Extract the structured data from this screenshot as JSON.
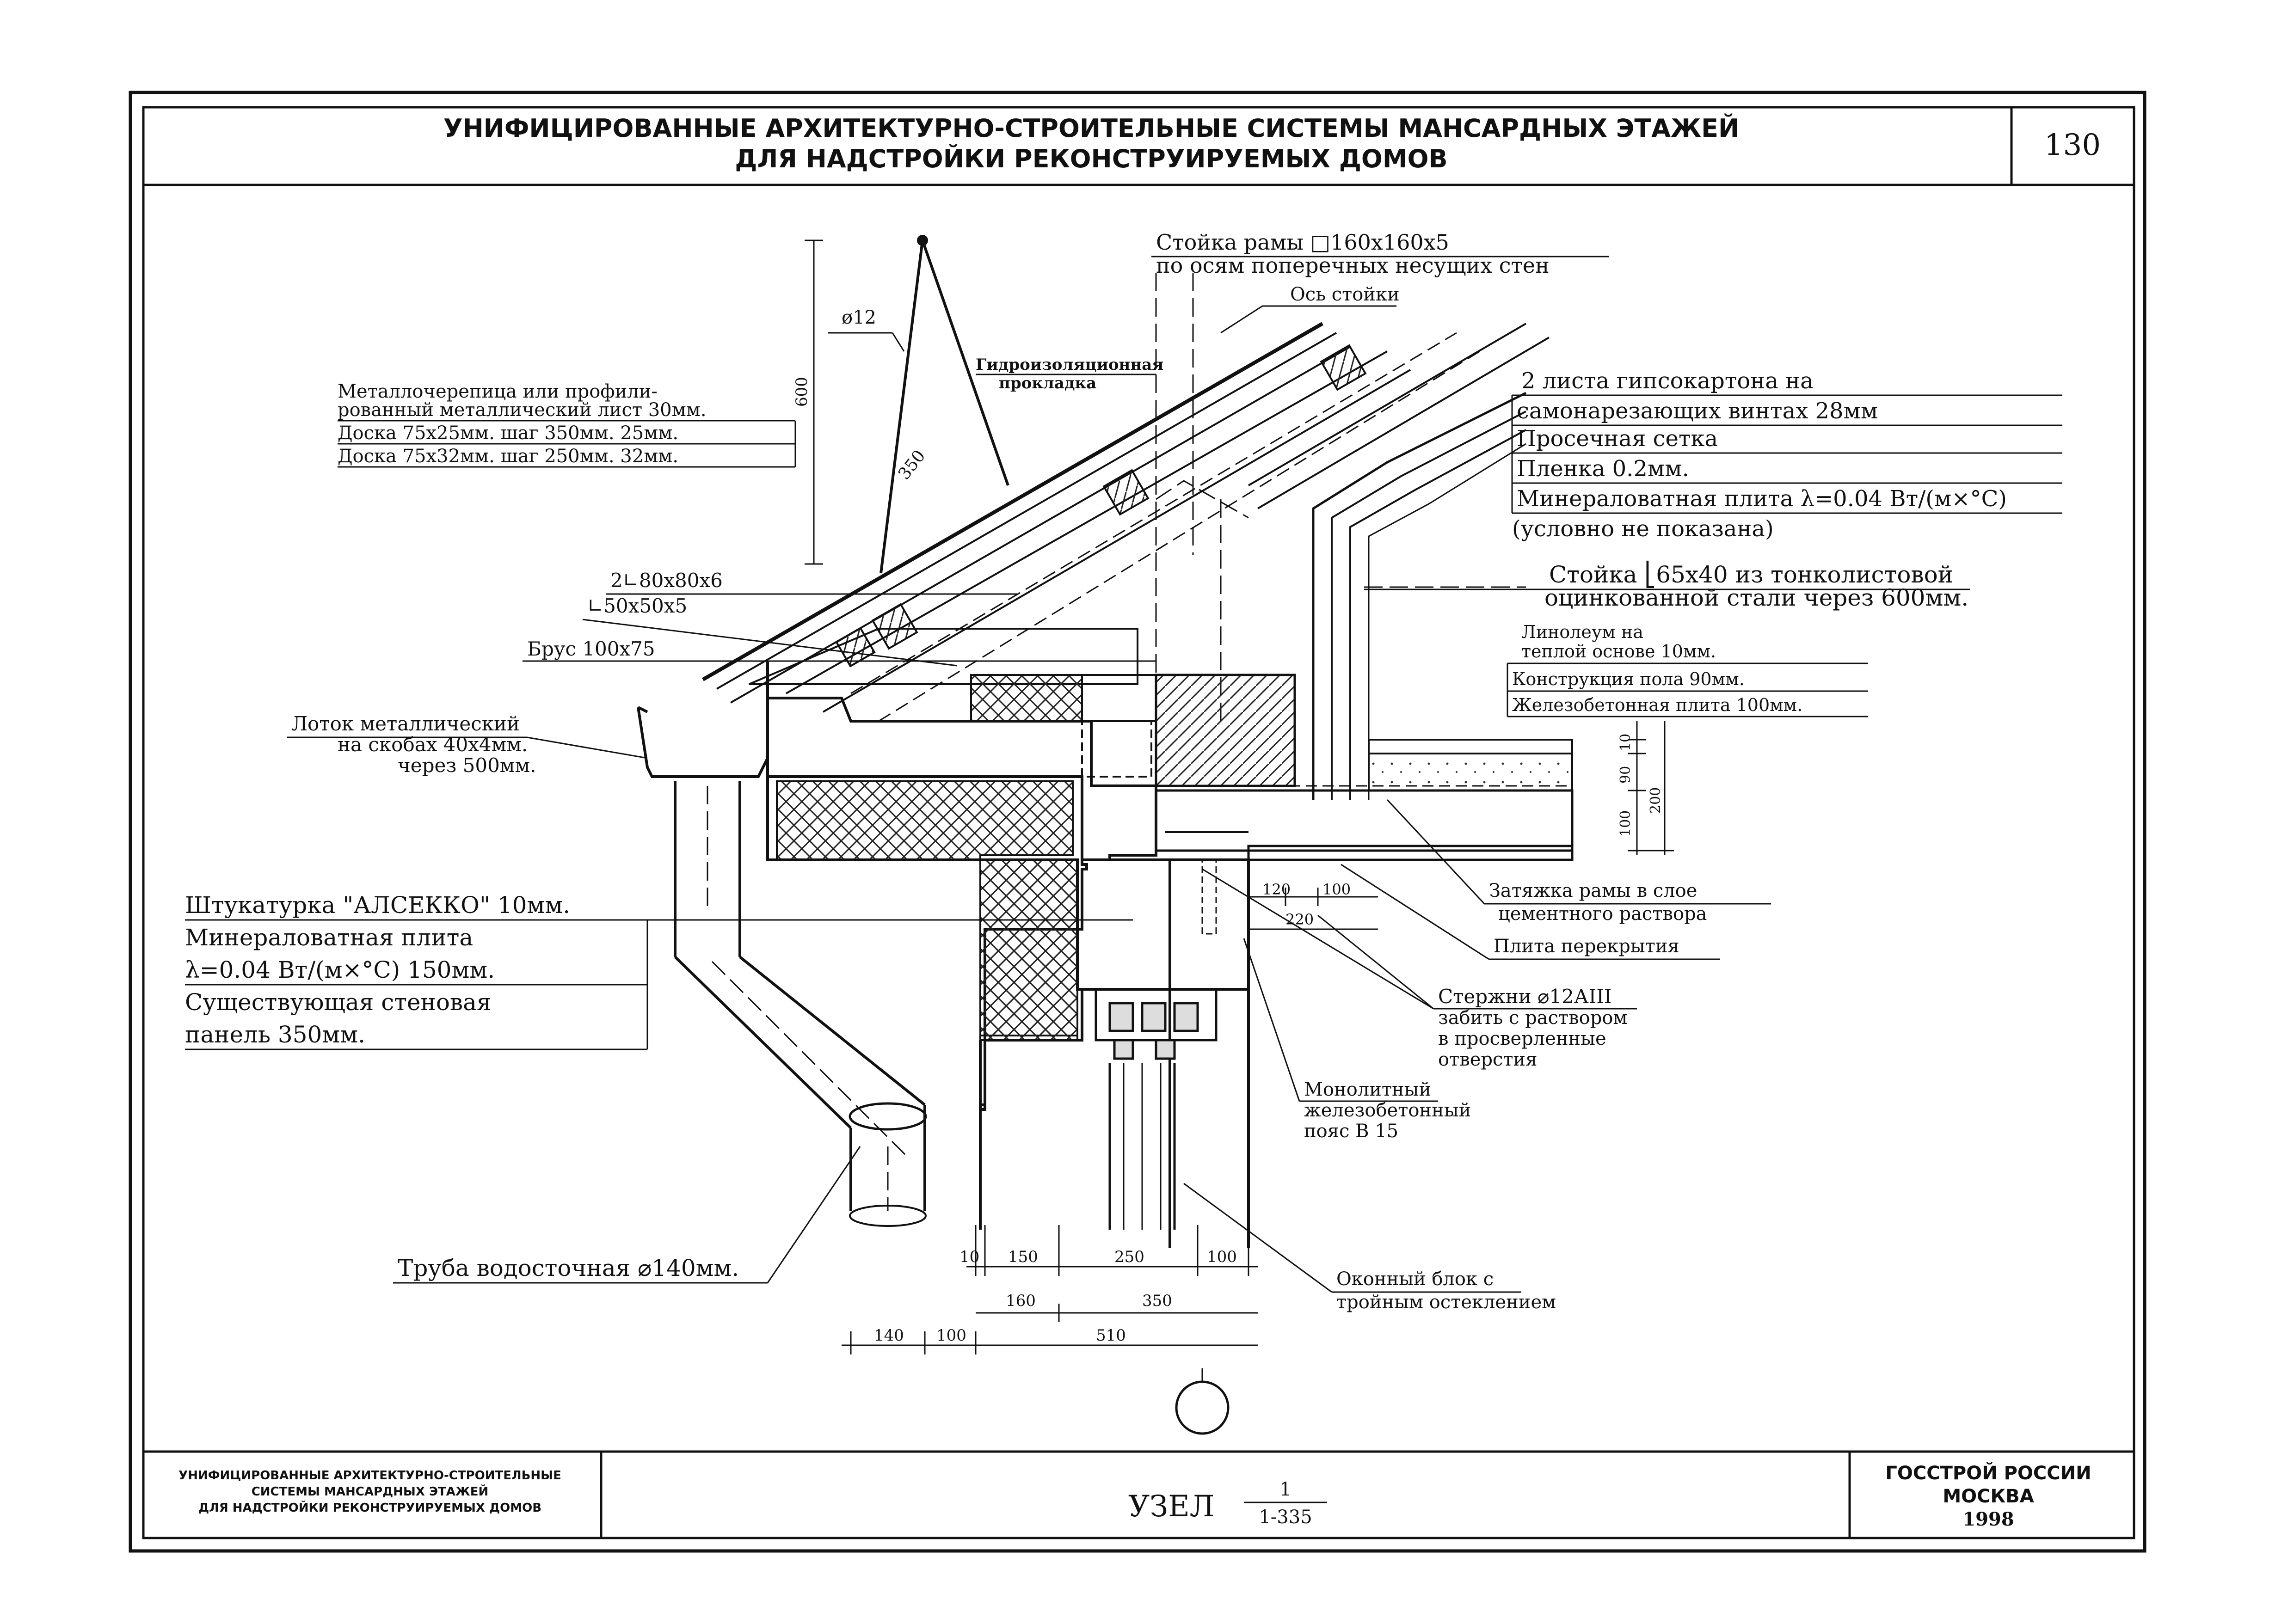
{
  "header": {
    "title_line1": "УНИФИЦИРОВАННЫЕ АРХИТЕКТУРНО-СТРОИТЕЛЬНЫЕ СИСТЕМЫ МАНСАРДНЫХ ЭТАЖЕЙ",
    "title_line2": "ДЛЯ НАДСТРОЙКИ РЕКОНСТРУИРУЕМЫХ ДОМОВ",
    "sheet_number": "130"
  },
  "labels": {
    "frame_post_1": "Стойка рамы □160х160х5",
    "frame_post_2": "по осям поперечных несущих стен",
    "post_axis": "Ось стойки",
    "waterproof_1": "Гидроизоляционная",
    "waterproof_2": "прокладка",
    "rod_dia": "ø12",
    "dim_600": "600",
    "dim_350": "350",
    "roof_1": "Металлочерепица или профили-",
    "roof_2": "рованный металлический лист  30мм.",
    "batten_1": "Доска 75х25мм. шаг 350мм.      25мм.",
    "batten_2": "Доска 75х32мм. шаг 250мм.      32мм.",
    "angle_1": "2∟80х80х6",
    "angle_2": "∟50х50х5",
    "beam": "Брус 100х75",
    "gutter_1": "Лоток металлический",
    "gutter_2": "на скобах 40х4мм.",
    "gutter_3": "через 500мм.",
    "plaster": "Штукатурка \"АЛСЕККО\"   10мм.",
    "mineral_1": "Минераловатная плита",
    "mineral_2": "λ=0.04 Вт/(м×°С)         150мм.",
    "wall_1": "Существующая стеновая",
    "wall_2": "панель              350мм.",
    "drainpipe": "Труба водосточная ⌀140мм.",
    "gypsum_1": "2 листа гипсокартона на",
    "gypsum_2": "самонарезающих винтах      28мм",
    "mesh": "Просечная сетка",
    "film": "Пленка                     0.2мм.",
    "mineral_slab": "Минераловатная плита  λ=0.04 Вт/(м×°С)",
    "not_shown": "(условно не показана)",
    "steel_post_1": "Стойка ⎣65х40 из тонколистовой",
    "steel_post_2": "оцинкованной стали через 600мм.",
    "linoleum_1": "Линолеум на",
    "linoleum_2": "теплой основе          10мм.",
    "floor_constr": "Конструкция пола       90мм.",
    "rc_slab": "Железобетонная плита  100мм.",
    "tie_1": "Затяжка рамы в слое",
    "tie_2": "цементного раствора",
    "slab": "Плита перекрытия",
    "rods_1": "Стержни ⌀12АIII",
    "rods_2": "забить с раствором",
    "rods_3": "в просверленные",
    "rods_4": "отверстия",
    "monolith_1": "Монолитный",
    "monolith_2": "железобетонный",
    "monolith_3": "пояс В 15",
    "window_1": "Оконный блок с",
    "window_2": "тройным остеклением"
  },
  "dims": {
    "d10a": "10",
    "d90": "90",
    "d200": "200",
    "d100a": "100",
    "d120": "120",
    "d100b": "100",
    "d220": "220",
    "r1_10": "10",
    "r1_150": "150",
    "r1_250": "250",
    "r1_100": "100",
    "r2_160": "160",
    "r2_350": "350",
    "r3_140": "140",
    "r3_100": "100",
    "r3_510": "510"
  },
  "footer": {
    "left_1": "УНИФИЦИРОВАННЫЕ АРХИТЕКТУРНО-СТРОИТЕЛЬНЫЕ",
    "left_2": "СИСТЕМЫ МАНСАРДНЫХ ЭТАЖЕЙ",
    "left_3": "ДЛЯ НАДСТРОЙКИ РЕКОНСТРУИРУЕМЫХ ДОМОВ",
    "node_label": "УЗЕЛ",
    "node_num": "1",
    "node_ref": "1-335",
    "org_1": "ГОССТРОЙ РОССИИ",
    "org_2": "МОСКВА",
    "org_3": "1998"
  }
}
